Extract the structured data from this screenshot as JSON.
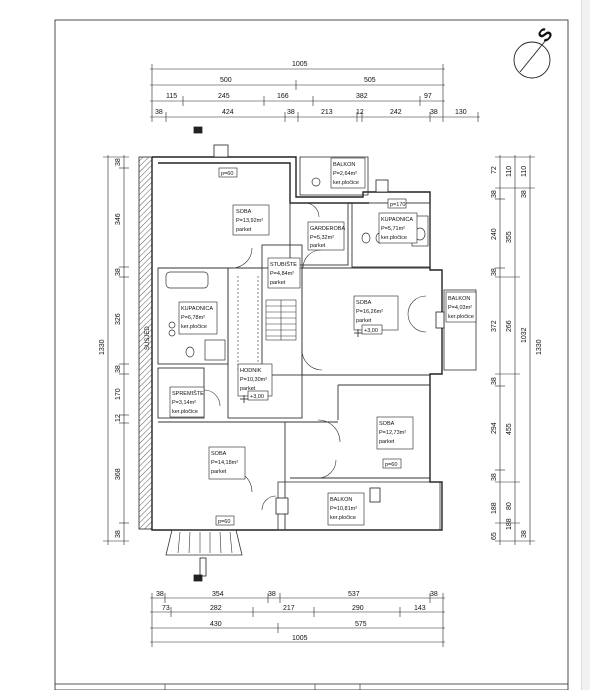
{
  "dims_top": {
    "overall": "1005",
    "row2": [
      "500",
      "505"
    ],
    "row3": [
      "115",
      "245",
      "166",
      "382",
      "97"
    ],
    "row4": [
      "38",
      "424",
      "38",
      "213",
      "12",
      "242",
      "38",
      "130"
    ]
  },
  "dims_bottom": {
    "row1": [
      "38",
      "354",
      "38",
      "537",
      "38"
    ],
    "row2": [
      "73",
      "282",
      "217",
      "290",
      "143"
    ],
    "row3": [
      "430",
      "575"
    ],
    "overall": "1005"
  },
  "dims_left": {
    "segments": [
      "38",
      "346",
      "38",
      "326",
      "38",
      "170",
      "12",
      "368",
      "38"
    ],
    "overall": "1330"
  },
  "dims_right": {
    "col1": [
      "72",
      "38",
      "240",
      "38",
      "372",
      "38",
      "294",
      "38",
      "188",
      "65"
    ],
    "col2": [
      "110",
      "355",
      "266",
      "455",
      "80",
      "188"
    ],
    "col3": [
      "110",
      "1032",
      "1330"
    ],
    "col3_extra": [
      "38",
      "38"
    ]
  },
  "rooms": {
    "soba_top": {
      "name": "SOBA",
      "area": "P=13,92m²",
      "floor": "parket"
    },
    "balkon_top": {
      "name": "BALKON",
      "area": "P=2,64m²",
      "floor": "ker.pločice"
    },
    "garderoba": {
      "name": "GARDEROBA",
      "area": "P=5,32m²",
      "floor": "parket"
    },
    "kupaonica_right": {
      "name": "KUPAONICA",
      "area": "P=5,71m²",
      "floor": "ker.pločice"
    },
    "stubiste": {
      "name": "STUBIŠTE",
      "area": "P=4,84m²",
      "floor": "parket"
    },
    "soba_center": {
      "name": "SOBA",
      "area": "P=16,26m²",
      "floor": "parket"
    },
    "balkon_right": {
      "name": "BALKON",
      "area": "P=4,03m²",
      "floor": "ker.pločice"
    },
    "kupaonica_left": {
      "name": "KUPAONICA",
      "area": "P=6,78m²",
      "floor": "ker.pločice"
    },
    "hodnik": {
      "name": "HODNIK",
      "area": "P=10,30m²",
      "floor": "parket"
    },
    "spremiste": {
      "name": "SPREMIŠTE",
      "area": "P=3,14m²",
      "floor": "ker.pločice"
    },
    "soba_right": {
      "name": "SOBA",
      "area": "P=12,73m²",
      "floor": "parket"
    },
    "soba_bottom": {
      "name": "SOBA",
      "area": "P=14,18m²",
      "floor": "parket"
    },
    "balkon_bottom": {
      "name": "BALKON",
      "area": "P=10,81m²",
      "floor": "ker.pločice"
    }
  },
  "tags": {
    "p60_top": "p=60",
    "p170": "p=170",
    "p60_right": "p=60",
    "p60_bottom": "p=60",
    "lev300_center": "+3,00",
    "lev300_hodnik": "+3,00",
    "susjed": "SUSJED"
  },
  "north_symbol": "S"
}
